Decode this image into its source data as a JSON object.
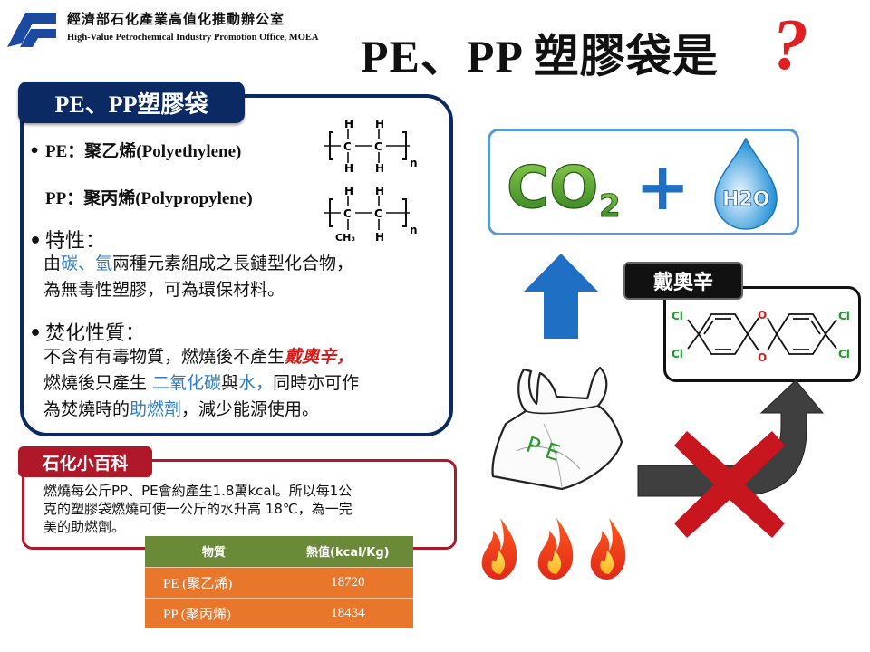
{
  "header": {
    "org_zh": "經濟部石化產業高值化推動辦公室",
    "org_en": "High-Value Petrochemical Industry Promotion Office, MOEA",
    "title": "PE、PP 塑膠袋是",
    "title_mark": "?"
  },
  "card": {
    "tab": "PE、PP塑膠袋",
    "pe_label": "PE：",
    "pe_name": "聚乙烯(Polyethylene)",
    "pp_label": "PP：",
    "pp_name": "聚丙烯(Polypropylene)",
    "prop_heading": "特性：",
    "prop_line1_pre": "由",
    "prop_line1_hl": "碳、氫",
    "prop_line1_post": "兩種元素組成之長鏈型化合物，",
    "prop_line2": "為無毒性塑膠，可為環保材料。",
    "burn_heading": "焚化性質：",
    "burn_line1_pre": "不含有有毒物質，燃燒後不產生",
    "burn_line1_hl": "戴奧辛，",
    "burn_line2_pre": "燃燒後只產生 ",
    "burn_line2_hl1": "二氧化碳",
    "burn_line2_mid": "與",
    "burn_line2_hl2": "水，",
    "burn_line2_post": "同時亦可作",
    "burn_line3_pre": "為焚燒時的",
    "burn_line3_hl": "助燃劑",
    "burn_line3_post": "，減少能源使用。"
  },
  "formula_pe": {
    "h": "H",
    "c": "C",
    "n": "n"
  },
  "formula_pp": {
    "h": "H",
    "c": "C",
    "ch3": "CH₃",
    "n": "n"
  },
  "products": {
    "co2": "CO",
    "co2_sub": "2",
    "plus": "+",
    "h2o": "H2O"
  },
  "dioxin": {
    "tab": "戴奧辛",
    "cl": "Cl",
    "o": "O"
  },
  "bag": {
    "label": "P E"
  },
  "trivia": {
    "tab": "石化小百科",
    "line1": "燃燒每公斤PP、PE會約產生1.8萬kcal。所以每1公",
    "line2": "克的塑膠袋燃燒可使一公斤的水升高  18℃，為一完",
    "line3": "美的助燃劑。"
  },
  "table": {
    "headers": [
      "物質",
      "熱值(kcal/Kg)"
    ],
    "rows": [
      [
        "PE (聚乙烯)",
        "18720"
      ],
      [
        "PP (聚丙烯)",
        "18434"
      ]
    ]
  },
  "colors": {
    "navy": "#0b2a63",
    "blue_highlight": "#2e7cc4",
    "red": "#d21c1c",
    "co2_green": "#4f9a2e",
    "arrow_blue": "#1f6fc4",
    "cross_red": "#c8161e",
    "trivia_red": "#b0182a",
    "table_header": "#6a8a38",
    "table_body": "#e8772c"
  },
  "icons": [
    "moea-logo-icon",
    "up-arrow-icon",
    "curved-arrow-icon",
    "cross-icon",
    "plastic-bag-icon",
    "flame-icon",
    "water-drop-icon"
  ]
}
